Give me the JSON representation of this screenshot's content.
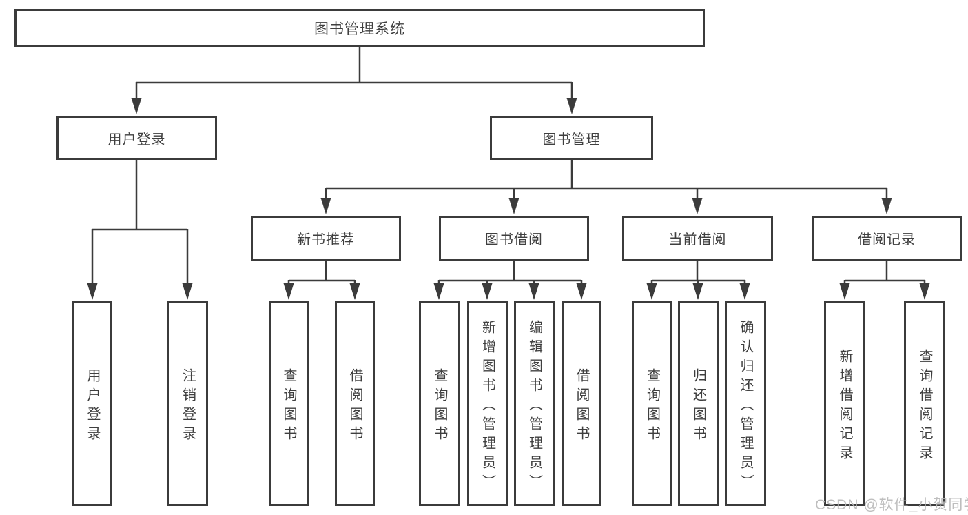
{
  "colors": {
    "line": "#3b3b3b",
    "text": "#3f3f3f",
    "background": "#ffffff",
    "watermark_color": "#b9b9b9"
  },
  "watermark": "CSDN @软件_小贺同学",
  "tree": {
    "root": "图书管理系统",
    "children": [
      {
        "label": "用户登录",
        "children": [
          "用户登录",
          "注销登录"
        ]
      },
      {
        "label": "图书管理",
        "children": [
          {
            "label": "新书推荐",
            "children": [
              "查询图书",
              "借阅图书"
            ]
          },
          {
            "label": "图书借阅",
            "children": [
              "查询图书",
              "新增图书（管理员）",
              "编辑图书（管理员）",
              "借阅图书"
            ]
          },
          {
            "label": "当前借阅",
            "children": [
              "查询图书",
              "归还图书",
              "确认归还（管理员）"
            ]
          },
          {
            "label": "借阅记录",
            "children": [
              "新增借阅记录",
              "查询借阅记录"
            ]
          }
        ]
      }
    ]
  }
}
